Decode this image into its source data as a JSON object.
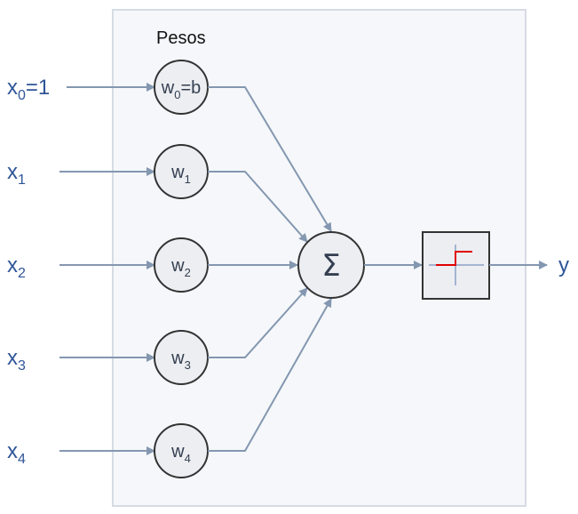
{
  "diagram": {
    "title": "Pesos",
    "inputs": [
      {
        "base": "x",
        "sub": "0",
        "suffix": "=1"
      },
      {
        "base": "x",
        "sub": "1",
        "suffix": ""
      },
      {
        "base": "x",
        "sub": "2",
        "suffix": ""
      },
      {
        "base": "x",
        "sub": "3",
        "suffix": ""
      },
      {
        "base": "x",
        "sub": "4",
        "suffix": ""
      }
    ],
    "weights": [
      {
        "base": "w",
        "sub": "0",
        "suffix": "=b"
      },
      {
        "base": "w",
        "sub": "1",
        "suffix": ""
      },
      {
        "base": "w",
        "sub": "2",
        "suffix": ""
      },
      {
        "base": "w",
        "sub": "3",
        "suffix": ""
      },
      {
        "base": "w",
        "sub": "4",
        "suffix": ""
      }
    ],
    "sum_symbol": "Σ",
    "activation": "step-function-icon",
    "output": "y",
    "colors": {
      "label": "#2F5597",
      "arrow": "#8497B0",
      "node_fill": "#EDEEF2",
      "node_stroke": "#333333",
      "panel_fill": "#F5F7FA",
      "panel_stroke": "#D6DCE4",
      "step": "#E00000"
    }
  }
}
